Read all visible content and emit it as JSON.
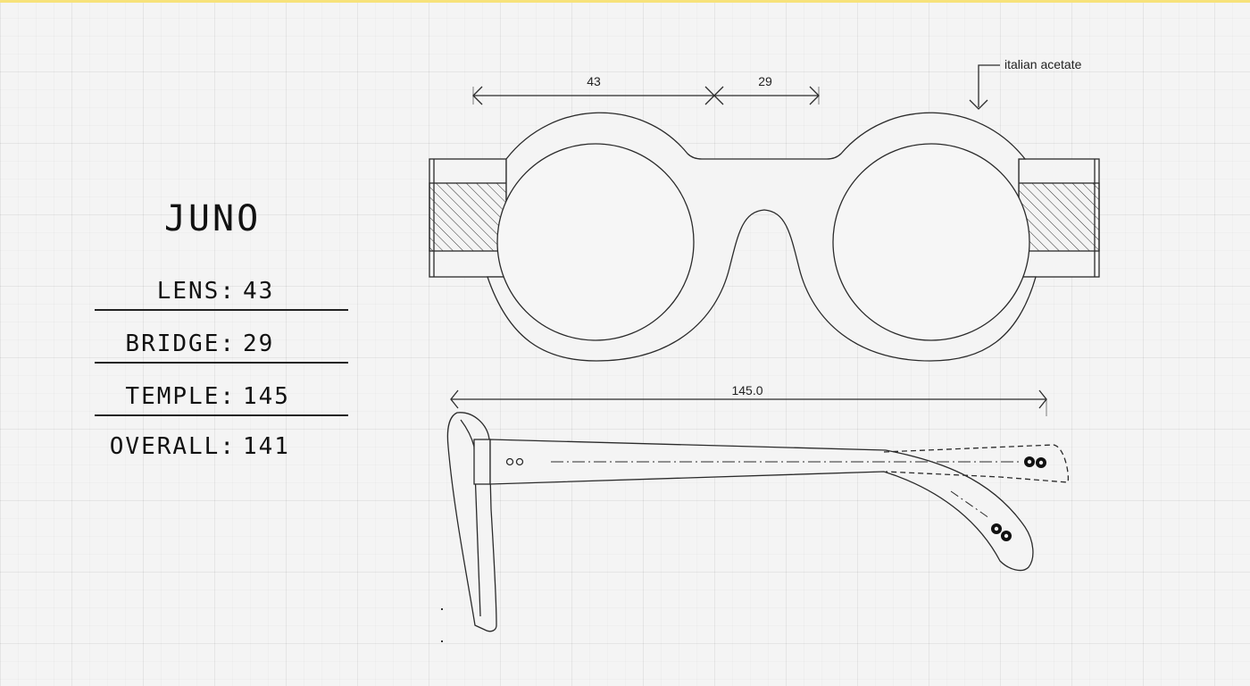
{
  "colors": {
    "accent": "#f7e27a",
    "line": "#2b2b2b"
  },
  "product": {
    "name": "JUNO"
  },
  "specs": [
    {
      "label": "LENS:",
      "value": "43"
    },
    {
      "label": "BRIDGE:",
      "value": "29"
    },
    {
      "label": "TEMPLE:",
      "value": "145"
    },
    {
      "label": "OVERALL:",
      "value": "141"
    }
  ],
  "drawing": {
    "lens_dimension": "43",
    "bridge_dimension": "29",
    "temple_dimension": "145.0",
    "material_note": "italian acetate"
  }
}
